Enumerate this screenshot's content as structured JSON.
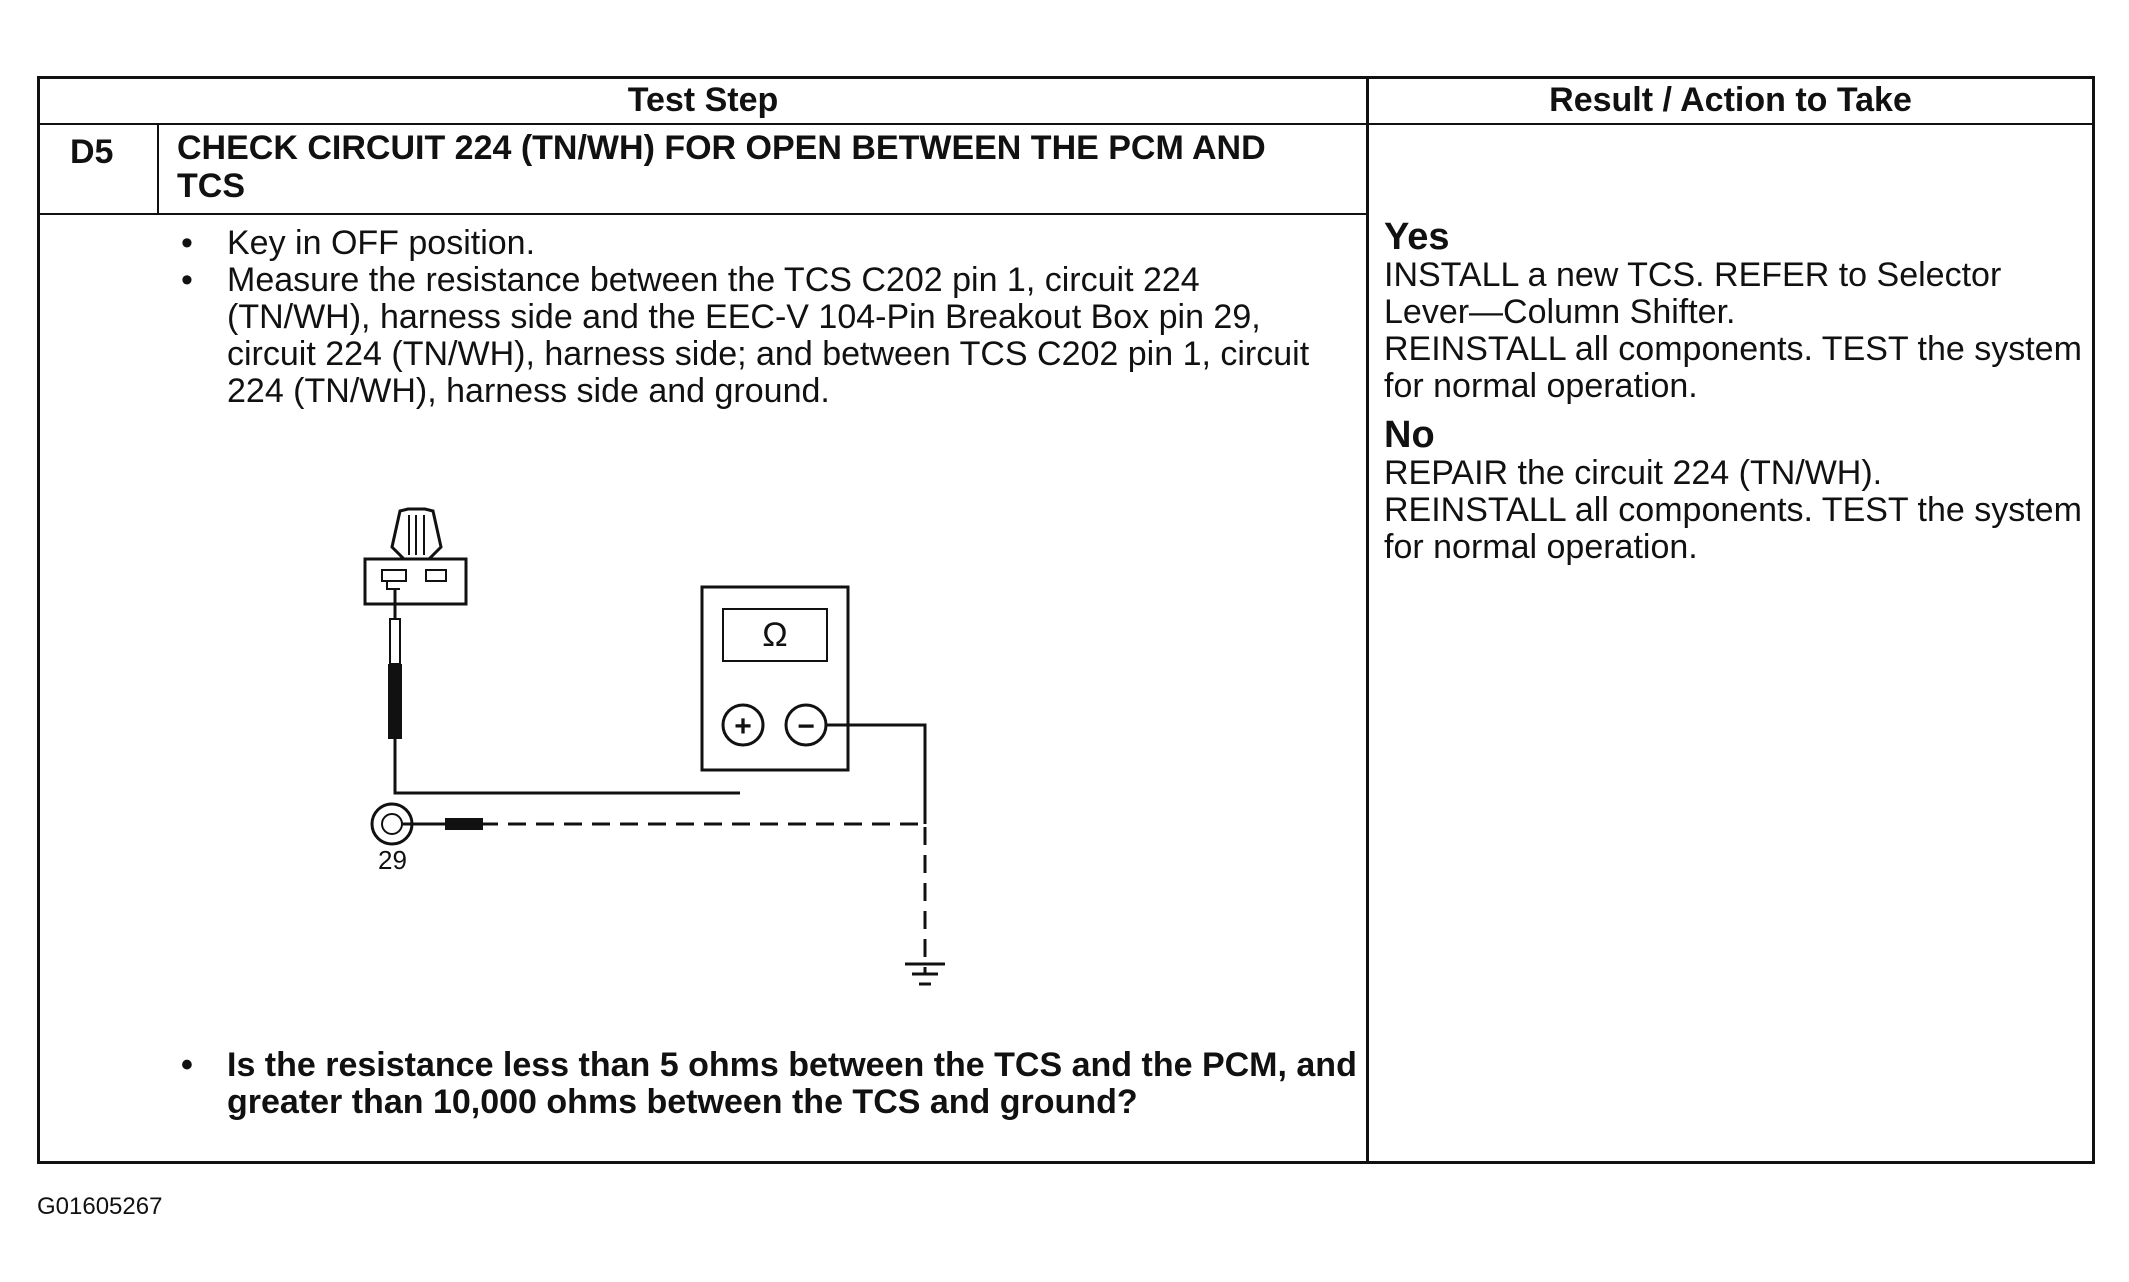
{
  "table": {
    "header_left": "Test Step",
    "header_right": "Result / Action to Take",
    "step_id": "D5",
    "step_title": "CHECK CIRCUIT 224 (TN/WH) FOR OPEN BETWEEN THE PCM AND TCS",
    "bullets": [
      "Key in OFF position.",
      "Measure the resistance between the TCS C202 pin 1, circuit 224 (TN/WH), harness side and the EEC-V 104-Pin Breakout Box pin 29, circuit 224 (TN/WH), harness side; and between TCS C202 pin 1, circuit 224 (TN/WH), harness side and ground."
    ],
    "question": "Is the resistance less than 5 ohms between the TCS and the PCM, and greater than 10,000 ohms between the TCS and ground?",
    "results": [
      {
        "label": "Yes",
        "lines": [
          "INSTALL a new TCS. REFER to Selector Lever—Column Shifter.",
          "REINSTALL all components. TEST the system for normal operation."
        ]
      },
      {
        "label": "No",
        "lines": [
          "REPAIR the circuit 224 (TN/WH).",
          "REINSTALL all components. TEST the system for normal operation."
        ]
      }
    ]
  },
  "diagram": {
    "meter_symbol": "Ω",
    "plus_symbol": "+",
    "minus_symbol": "−",
    "pin_label": "29"
  },
  "figure_code": "G01605267"
}
